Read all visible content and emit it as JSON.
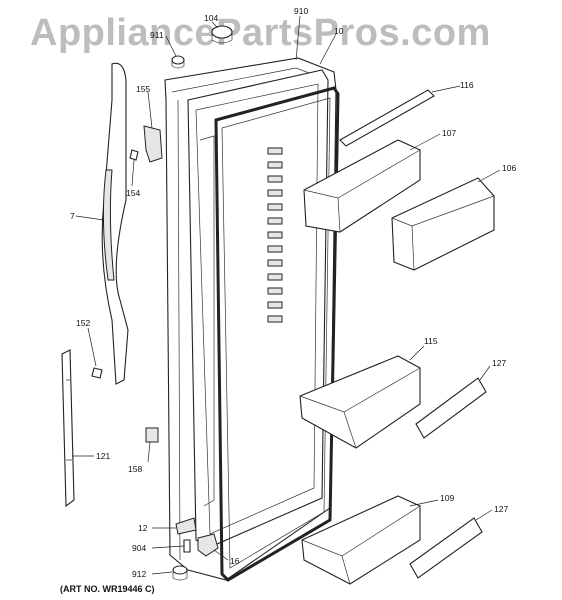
{
  "watermark": "AppliancePartsPros.com",
  "art_number": "(ART NO. WR19446 C)",
  "callouts": [
    {
      "id": "c104",
      "text": "104"
    },
    {
      "id": "c910",
      "text": "910"
    },
    {
      "id": "c911",
      "text": "911"
    },
    {
      "id": "c10",
      "text": "10"
    },
    {
      "id": "c116",
      "text": "116"
    },
    {
      "id": "c155",
      "text": "155"
    },
    {
      "id": "c107",
      "text": "107"
    },
    {
      "id": "c154",
      "text": "154"
    },
    {
      "id": "c106",
      "text": "106"
    },
    {
      "id": "c7",
      "text": "7"
    },
    {
      "id": "c152",
      "text": "152"
    },
    {
      "id": "c115",
      "text": "115"
    },
    {
      "id": "c127a",
      "text": "127"
    },
    {
      "id": "c121",
      "text": "121"
    },
    {
      "id": "c158",
      "text": "158"
    },
    {
      "id": "c109",
      "text": "109"
    },
    {
      "id": "c127b",
      "text": "127"
    },
    {
      "id": "c12",
      "text": "12"
    },
    {
      "id": "c904",
      "text": "904"
    },
    {
      "id": "c16",
      "text": "16"
    },
    {
      "id": "c912",
      "text": "912"
    }
  ]
}
